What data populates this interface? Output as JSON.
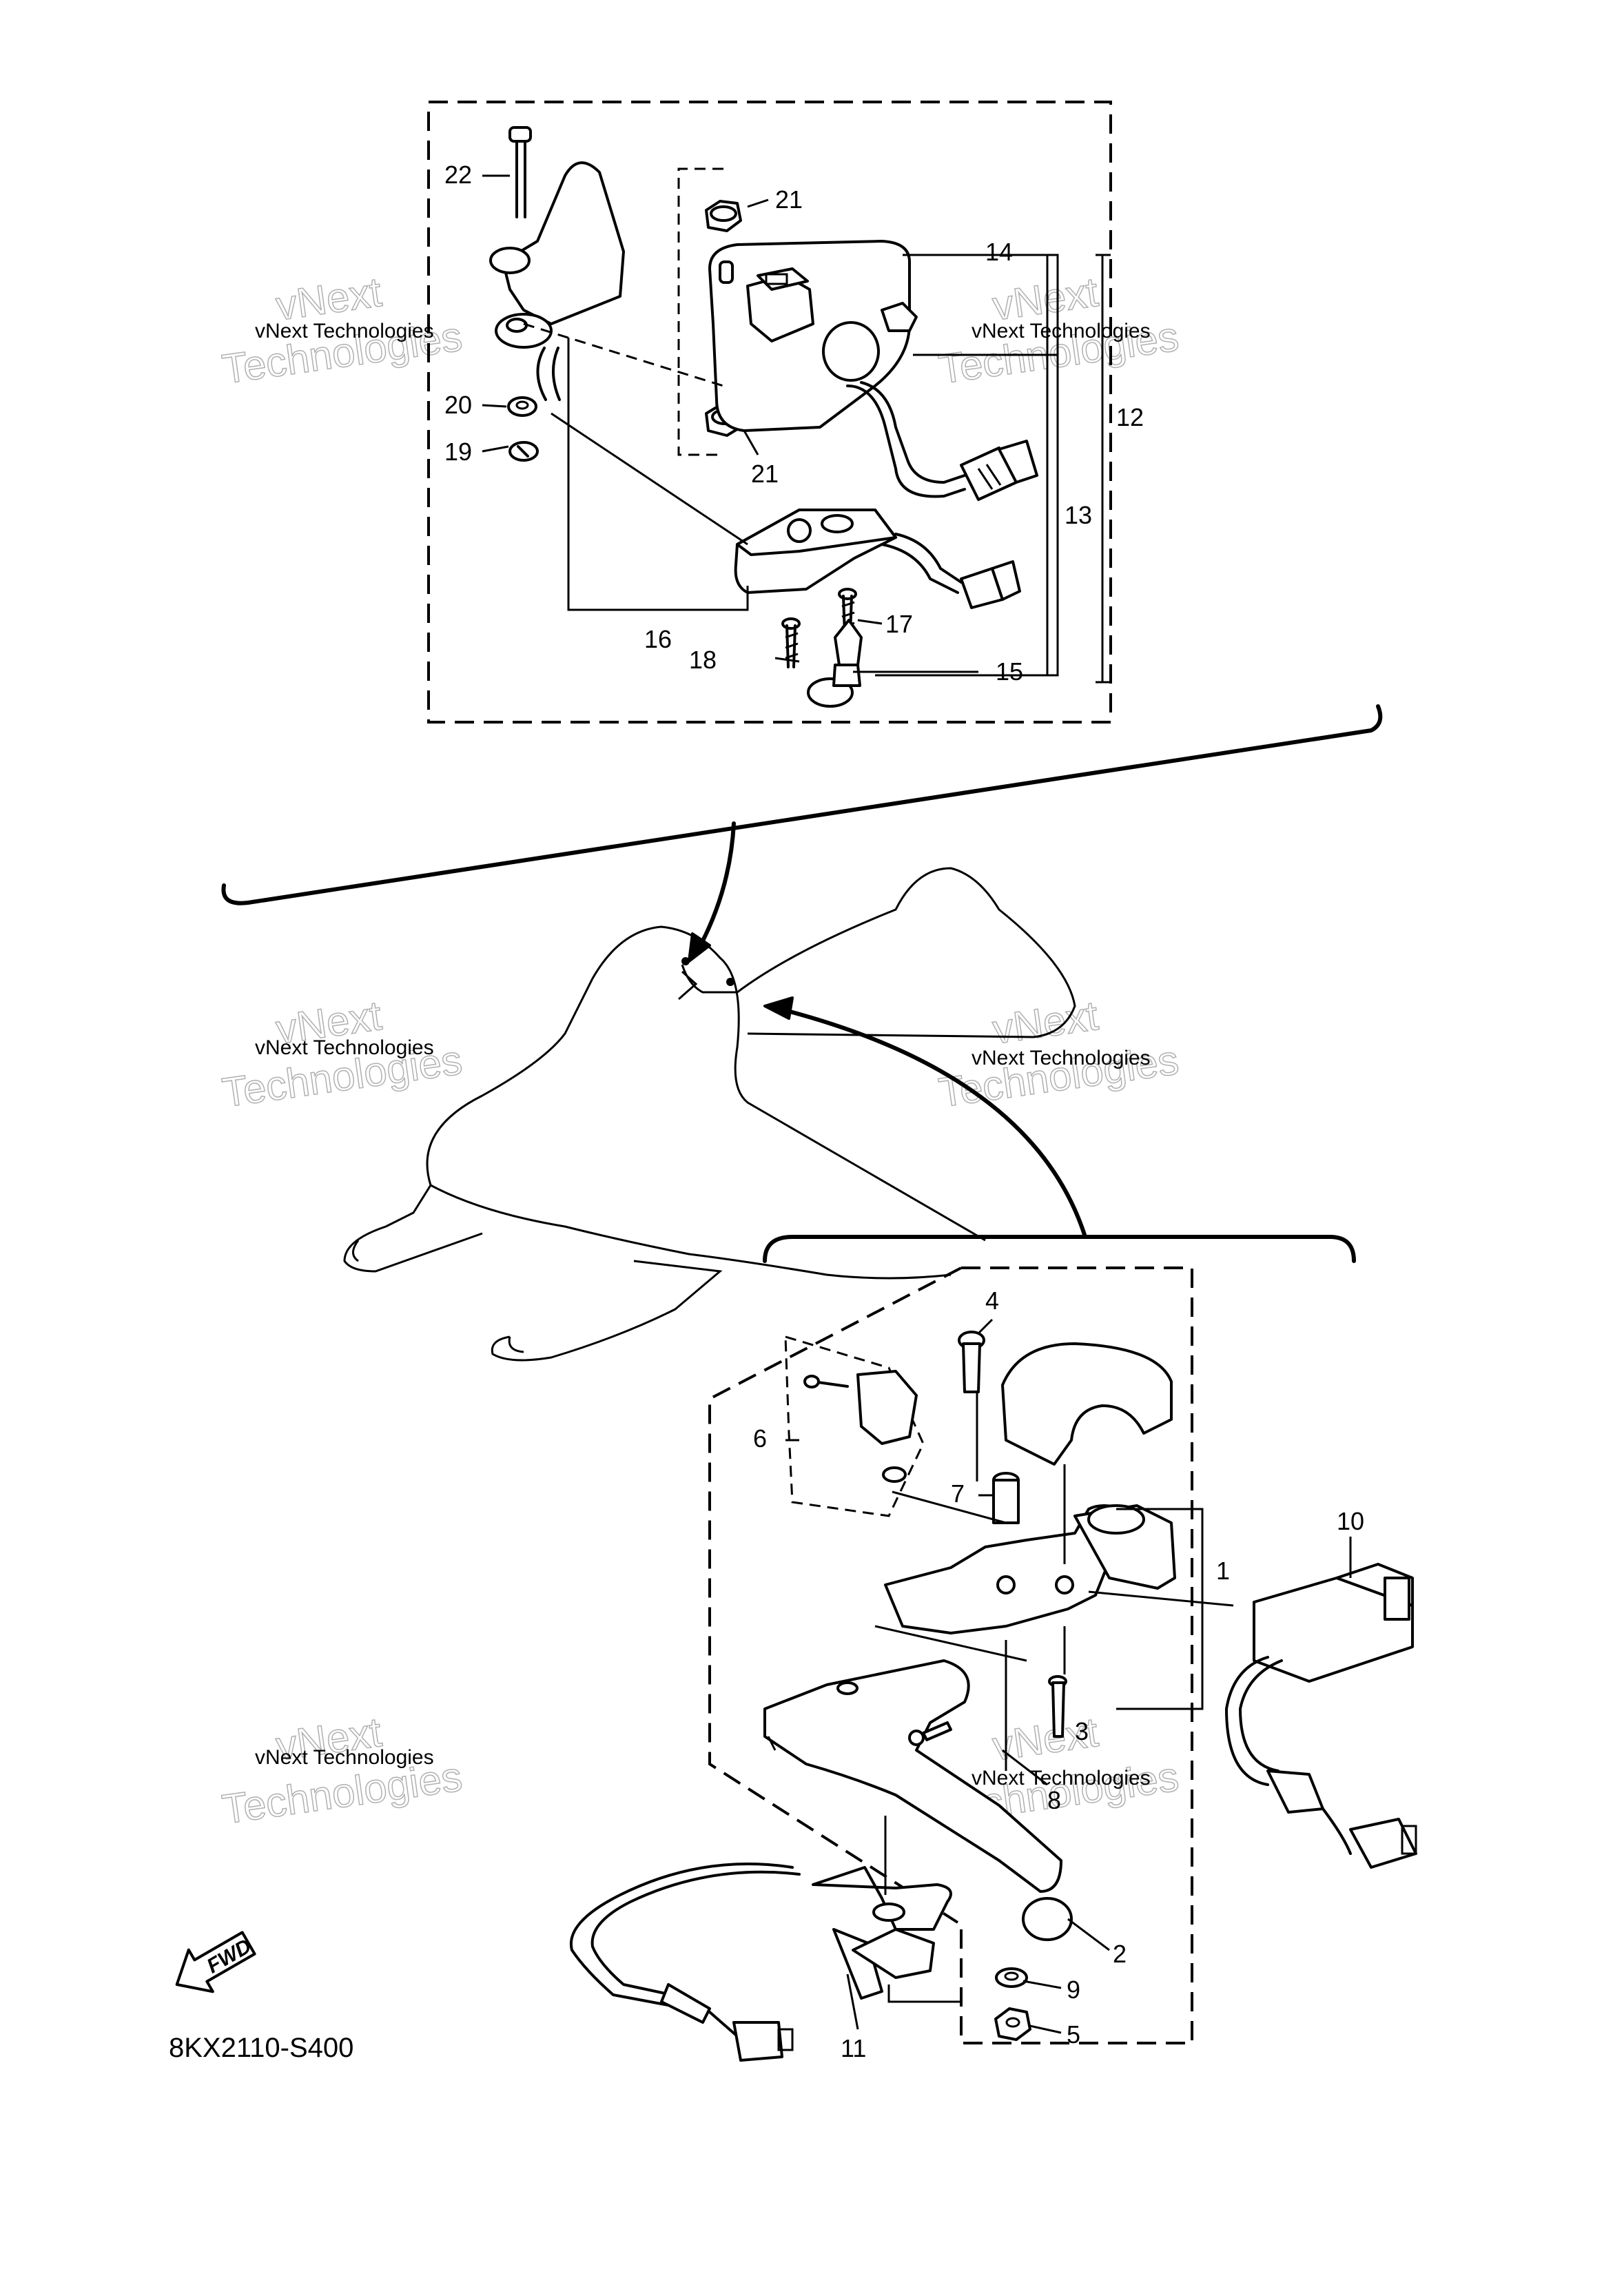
{
  "diagram": {
    "part_code": "8KX2110-S400",
    "fwd_label": "FWD",
    "callouts": [
      "1",
      "2",
      "3",
      "4",
      "5",
      "6",
      "7",
      "8",
      "9",
      "10",
      "11",
      "12",
      "13",
      "14",
      "15",
      "16",
      "17",
      "18",
      "19",
      "20",
      "21",
      "22"
    ],
    "extra_callouts": {
      "twenty_one_b": "21"
    }
  },
  "watermark": {
    "line": "vNext Technologies",
    "big_top": "vNext",
    "big_bottom": "Technologies"
  },
  "colors": {
    "ink": "#000000",
    "background": "#ffffff",
    "watermark": "#b0b0b0"
  }
}
